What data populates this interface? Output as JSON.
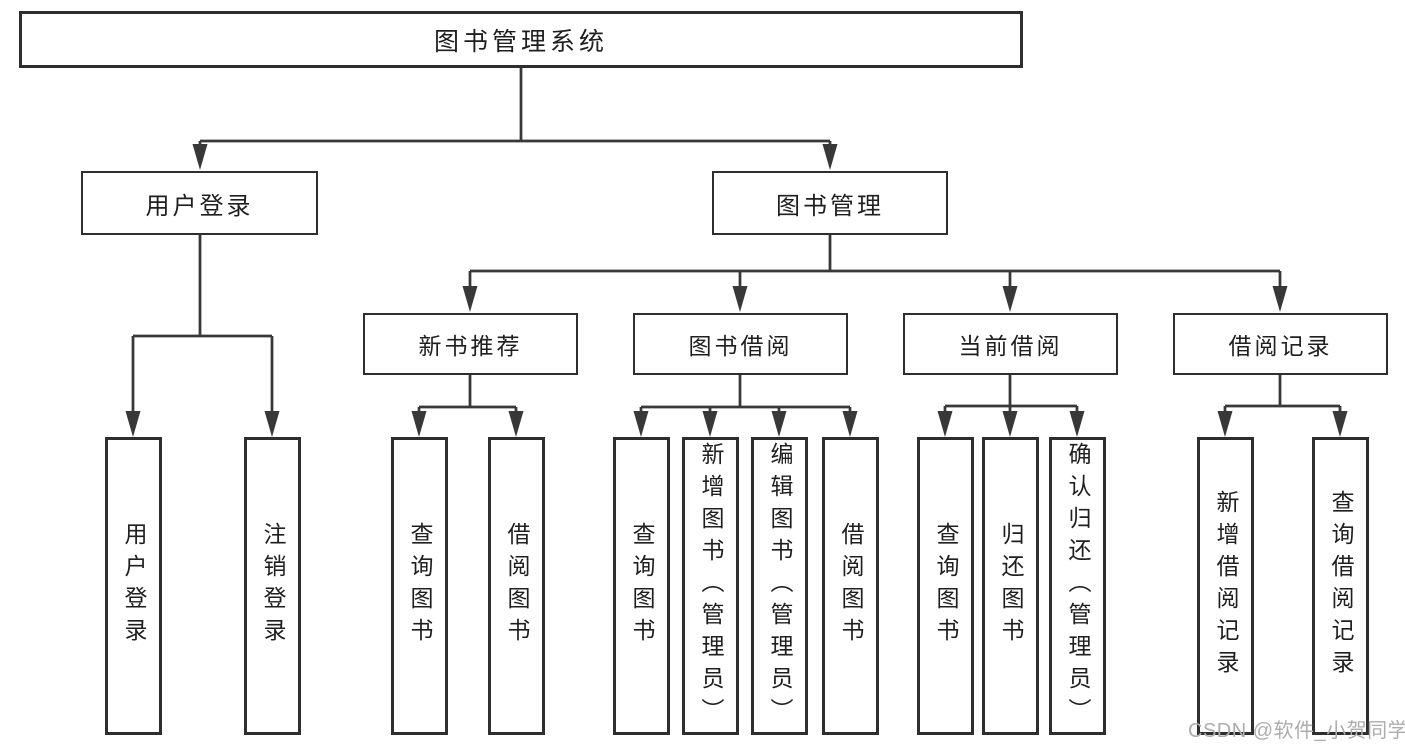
{
  "diagram": {
    "root": "图书管理系统",
    "level2": {
      "user_login": "用户登录",
      "book_management": "图书管理"
    },
    "level3": {
      "new_book_recommend": "新书推荐",
      "book_borrowing": "图书借阅",
      "current_borrowing": "当前借阅",
      "borrowing_records": "借阅记录"
    },
    "leaves": {
      "user_login": "用户登录",
      "logout": "注销登录",
      "recommend_query_books": "查询图书",
      "recommend_borrow_books": "借阅图书",
      "borrowing_query_books": "查询图书",
      "borrowing_add_books_admin": "新增图书（管理员）",
      "borrowing_edit_books_admin": "编辑图书（管理员）",
      "borrowing_borrow_books": "借阅图书",
      "current_query_books": "查询图书",
      "current_return_books": "归还图书",
      "current_confirm_return_admin": "确认归还（管理员）",
      "records_add_record": "新增借阅记录",
      "records_query_record": "查询借阅记录"
    }
  },
  "watermark": "CSDN @软件_小贺同学",
  "colors": {
    "background": "#ffffff",
    "line": "#383838",
    "box_border": "#2e2e2e",
    "text": "#1f1f1f",
    "watermark_text": "#adadad"
  }
}
